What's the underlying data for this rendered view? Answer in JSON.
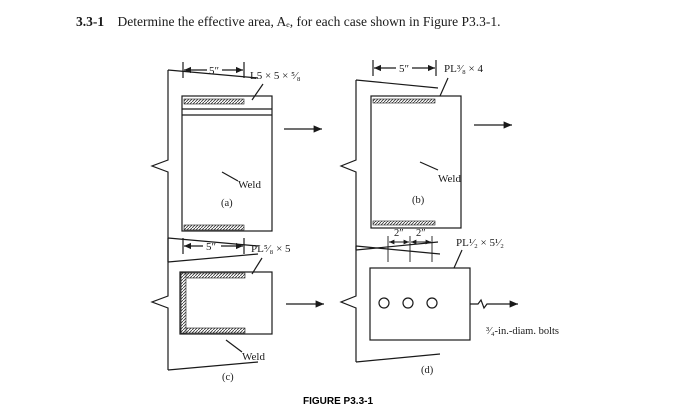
{
  "problem": {
    "number": "3.3-1",
    "text": "Determine the effective area, Aₑ, for each case shown in Figure P3.3-1."
  },
  "figure": {
    "caption": "FIGURE P3.3-1",
    "panels": {
      "a": {
        "label": "(a)",
        "dim": "5″",
        "member": "L5 × 5 × ⁵⁄₈",
        "weld": "Weld"
      },
      "b": {
        "label": "(b)",
        "dim": "5″",
        "member": "PL³⁄₈ × 4",
        "weld": "Weld"
      },
      "c": {
        "label": "(c)",
        "dim": "5″",
        "member": "PL⁵⁄₈ × 5",
        "weld": "Weld"
      },
      "d": {
        "label": "(d)",
        "dim1": "2″",
        "dim2": "2″",
        "member": "PL¹⁄₂ × 5¹⁄₂",
        "bolts": "³⁄₄-in.-diam. bolts"
      }
    }
  }
}
